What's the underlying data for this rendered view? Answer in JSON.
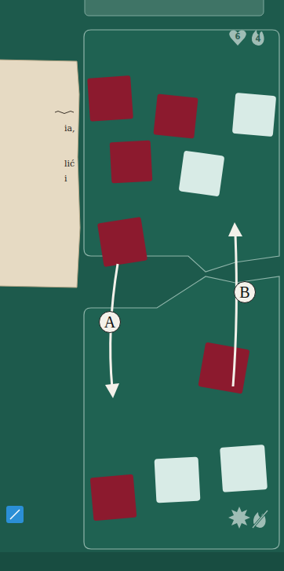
{
  "diagram": {
    "labels": [
      "ia,",
      "lić",
      "i",
      "6",
      "4",
      "A",
      "B"
    ]
  }
}
